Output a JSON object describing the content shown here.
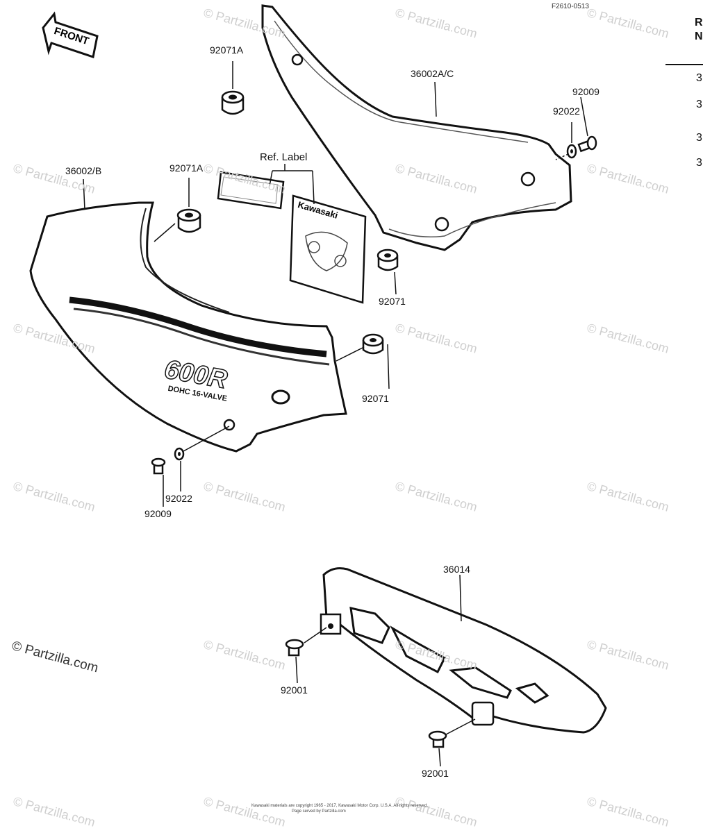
{
  "diagram_code": "F2610-0513",
  "front_arrow_label": "FRONT",
  "ref_label": "Ref. Label",
  "badge_label": "Kawasaki",
  "emblem_main": "600R",
  "emblem_sub": "DOHC 16-VALVE",
  "parts": {
    "p36002ac": "36002A/C",
    "p36002b": "36002/B",
    "p92071a_top": "92071A",
    "p92071a_mid": "92071A",
    "p92071_mid": "92071",
    "p92071_low": "92071",
    "p92009_right": "92009",
    "p92022_right": "92022",
    "p92022_left": "92022",
    "p92009_left": "92009",
    "p36014": "36014",
    "p92001_left": "92001",
    "p92001_right": "92001"
  },
  "sidebar": {
    "header_1": "R",
    "header_2": "N",
    "rows": [
      "3",
      "3",
      "3",
      "3"
    ]
  },
  "watermark": "© Partzilla.com",
  "watermark_main": "© Partzilla.com",
  "copyright_lines": [
    "Kawasaki materials are copyright 1965 - 2017, Kawasaki Motor Corp. U.S.A. All rights reserved.",
    "Page served by Partzilla.com"
  ]
}
